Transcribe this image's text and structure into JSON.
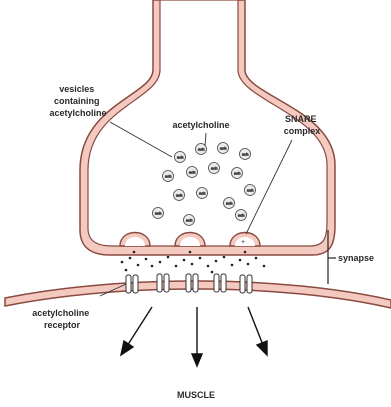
{
  "labels": {
    "vesicles": [
      "vesicles",
      "containing",
      "acetylcholine"
    ],
    "acetylcholine": "acetylcholine",
    "snare": [
      "SNARE",
      "complex"
    ],
    "synapse": "synapse",
    "receptor": [
      "acetylcholine",
      "receptor"
    ],
    "muscle": "MUSCLE"
  },
  "molecule_text": "ach",
  "colors": {
    "membrane_fill": "#f3c9c0",
    "membrane_stroke": "#8a4a40",
    "line": "#222222",
    "molecule_fill": "#ebebeb"
  }
}
